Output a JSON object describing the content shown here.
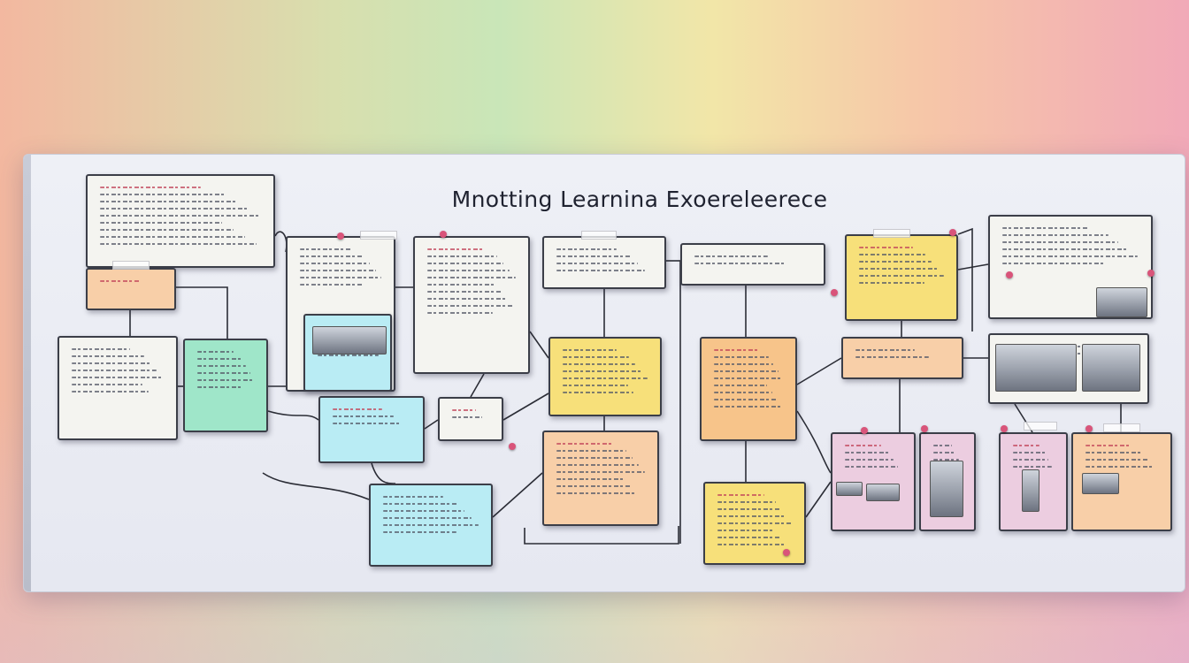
{
  "board": {
    "title": "Mnotting Learnina Exoereleerece"
  },
  "palette": {
    "white": "#f4f4f0",
    "yellow": "#f7e07a",
    "orange": "#f7c48a",
    "peach": "#f8cfa8",
    "mint": "#9fe6c9",
    "cyan": "#b9ecf4",
    "pink": "#eccde0",
    "link": "#2b2d36"
  },
  "cards": [
    {
      "id": "c1",
      "color": "white",
      "lines": 9,
      "accent": true
    },
    {
      "id": "c2",
      "color": "peach",
      "lines": 1,
      "accent": true
    },
    {
      "id": "c3",
      "color": "white",
      "lines": 7,
      "accent": false
    },
    {
      "id": "c4",
      "color": "mint",
      "lines": 6,
      "accent": false
    },
    {
      "id": "c5",
      "color": "white",
      "lines": 6,
      "accent": false
    },
    {
      "id": "c6",
      "color": "cyan",
      "lines": 5,
      "accent": false,
      "thumb": true
    },
    {
      "id": "c7",
      "color": "white",
      "lines": 10,
      "accent": true
    },
    {
      "id": "c8",
      "color": "cyan",
      "lines": 3,
      "accent": true
    },
    {
      "id": "c9",
      "color": "cyan",
      "lines": 6,
      "accent": false
    },
    {
      "id": "c10",
      "color": "white",
      "lines": 2,
      "accent": true
    },
    {
      "id": "c11",
      "color": "white",
      "lines": 4,
      "accent": false
    },
    {
      "id": "c12",
      "color": "yellow",
      "lines": 7,
      "accent": false
    },
    {
      "id": "c13",
      "color": "peach",
      "lines": 8,
      "accent": true
    },
    {
      "id": "c14",
      "color": "white",
      "lines": 2,
      "accent": false
    },
    {
      "id": "c15",
      "color": "orange",
      "lines": 9,
      "accent": true
    },
    {
      "id": "c16",
      "color": "yellow",
      "lines": 8,
      "accent": true
    },
    {
      "id": "c17",
      "color": "yellow",
      "lines": 6,
      "accent": true
    },
    {
      "id": "c18",
      "color": "peach",
      "lines": 2,
      "accent": false
    },
    {
      "id": "c19",
      "color": "white",
      "lines": 6,
      "accent": false,
      "thumb": true
    },
    {
      "id": "c20",
      "color": "white",
      "lines": 2,
      "accent": false,
      "thumb": true
    },
    {
      "id": "c21",
      "color": "pink",
      "lines": 4,
      "accent": true,
      "thumb": true
    },
    {
      "id": "c22",
      "color": "pink",
      "lines": 3,
      "accent": false,
      "thumb": true
    },
    {
      "id": "c23",
      "color": "pink",
      "lines": 4,
      "accent": true,
      "thumb": true
    },
    {
      "id": "c24",
      "color": "peach",
      "lines": 4,
      "accent": true,
      "thumb": true
    }
  ]
}
